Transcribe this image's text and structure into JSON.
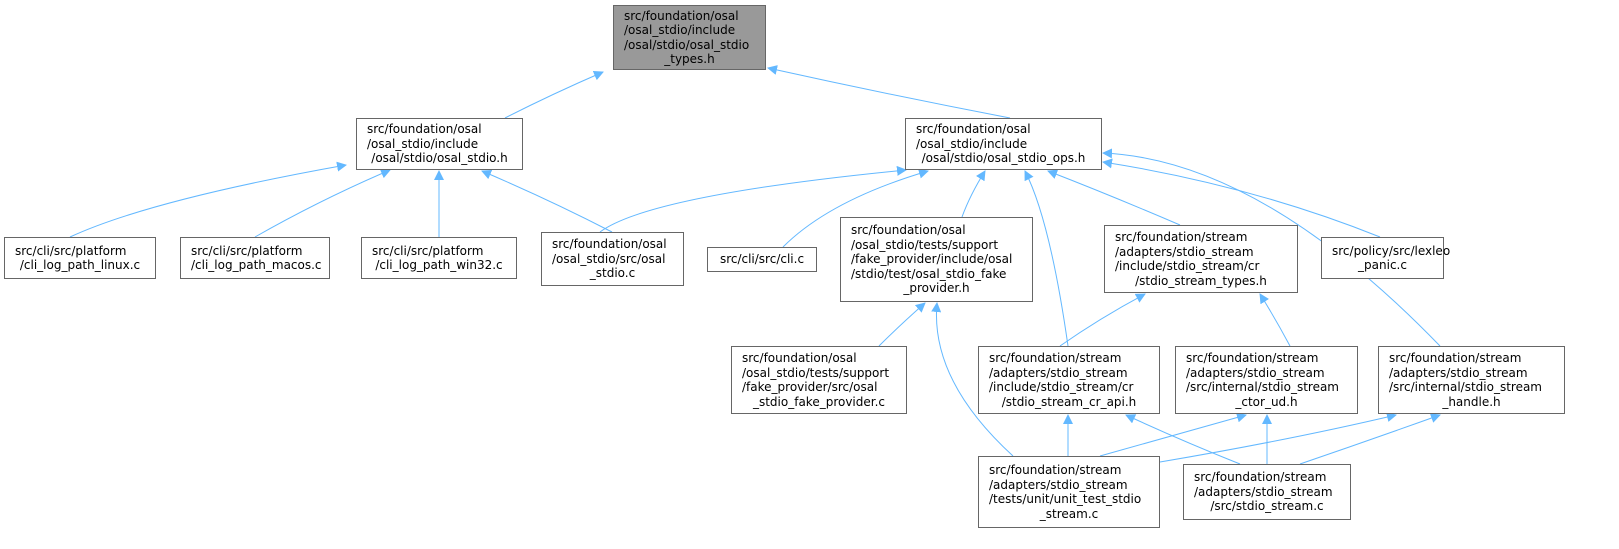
{
  "nodes": {
    "root": {
      "lines": [
        "src/foundation/osal",
        "/osal_stdio/include",
        "/osal/stdio/osal_stdio",
        "_types.h"
      ]
    },
    "osal_stdio_h": {
      "lines": [
        "src/foundation/osal",
        "/osal_stdio/include",
        "/osal/stdio/osal_stdio.h"
      ]
    },
    "osal_stdio_ops_h": {
      "lines": [
        "src/foundation/osal",
        "/osal_stdio/include",
        "/osal/stdio/osal_stdio_ops.h"
      ]
    },
    "cli_log_path_linux": {
      "lines": [
        "src/cli/src/platform",
        "/cli_log_path_linux.c"
      ]
    },
    "cli_log_path_macos": {
      "lines": [
        "src/cli/src/platform",
        "/cli_log_path_macos.c"
      ]
    },
    "cli_log_path_win32": {
      "lines": [
        "src/cli/src/platform",
        "/cli_log_path_win32.c"
      ]
    },
    "osal_stdio_c": {
      "lines": [
        "src/foundation/osal",
        "/osal_stdio/src/osal",
        "_stdio.c"
      ]
    },
    "cli_c": {
      "lines": [
        "src/cli/src/cli.c"
      ]
    },
    "fake_provider_h": {
      "lines": [
        "src/foundation/osal",
        "/osal_stdio/tests/support",
        "/fake_provider/include/osal",
        "/stdio/test/osal_stdio_fake",
        "_provider.h"
      ]
    },
    "stdio_stream_types_h": {
      "lines": [
        "src/foundation/stream",
        "/adapters/stdio_stream",
        "/include/stdio_stream/cr",
        "/stdio_stream_types.h"
      ]
    },
    "lexleo_panic_c": {
      "lines": [
        "src/policy/src/lexleo",
        "_panic.c"
      ]
    },
    "fake_provider_c": {
      "lines": [
        "src/foundation/osal",
        "/osal_stdio/tests/support",
        "/fake_provider/src/osal",
        "_stdio_fake_provider.c"
      ]
    },
    "stdio_stream_cr_api_h": {
      "lines": [
        "src/foundation/stream",
        "/adapters/stdio_stream",
        "/include/stdio_stream/cr",
        "/stdio_stream_cr_api.h"
      ]
    },
    "stdio_stream_ctor_ud_h": {
      "lines": [
        "src/foundation/stream",
        "/adapters/stdio_stream",
        "/src/internal/stdio_stream",
        "_ctor_ud.h"
      ]
    },
    "stdio_stream_handle_h": {
      "lines": [
        "src/foundation/stream",
        "/adapters/stdio_stream",
        "/src/internal/stdio_stream",
        "_handle.h"
      ]
    },
    "unit_test_stdio_stream_c": {
      "lines": [
        "src/foundation/stream",
        "/adapters/stdio_stream",
        "/tests/unit/unit_test_stdio",
        "_stream.c"
      ]
    },
    "stdio_stream_c": {
      "lines": [
        "src/foundation/stream",
        "/adapters/stdio_stream",
        "/src/stdio_stream.c"
      ]
    }
  },
  "edges": [
    [
      "osal_stdio_h",
      "root"
    ],
    [
      "osal_stdio_ops_h",
      "root"
    ],
    [
      "cli_log_path_linux",
      "osal_stdio_h"
    ],
    [
      "cli_log_path_macos",
      "osal_stdio_h"
    ],
    [
      "cli_log_path_win32",
      "osal_stdio_h"
    ],
    [
      "osal_stdio_c",
      "osal_stdio_h"
    ],
    [
      "osal_stdio_c",
      "osal_stdio_ops_h"
    ],
    [
      "cli_c",
      "osal_stdio_ops_h"
    ],
    [
      "fake_provider_h",
      "osal_stdio_ops_h"
    ],
    [
      "stdio_stream_cr_api_h",
      "osal_stdio_ops_h"
    ],
    [
      "stdio_stream_types_h",
      "osal_stdio_ops_h"
    ],
    [
      "stdio_stream_handle_h",
      "osal_stdio_ops_h"
    ],
    [
      "lexleo_panic_c",
      "osal_stdio_ops_h"
    ],
    [
      "fake_provider_c",
      "fake_provider_h"
    ],
    [
      "unit_test_stdio_stream_c",
      "fake_provider_h"
    ],
    [
      "stdio_stream_cr_api_h",
      "stdio_stream_types_h"
    ],
    [
      "stdio_stream_ctor_ud_h",
      "stdio_stream_types_h"
    ],
    [
      "unit_test_stdio_stream_c",
      "stdio_stream_cr_api_h"
    ],
    [
      "stdio_stream_c",
      "stdio_stream_cr_api_h"
    ],
    [
      "unit_test_stdio_stream_c",
      "stdio_stream_ctor_ud_h"
    ],
    [
      "stdio_stream_c",
      "stdio_stream_ctor_ud_h"
    ],
    [
      "unit_test_stdio_stream_c",
      "stdio_stream_handle_h"
    ],
    [
      "stdio_stream_c",
      "stdio_stream_handle_h"
    ]
  ],
  "colors": {
    "edge": "#63b8ff",
    "root_fill": "#999999",
    "border": "#666666"
  }
}
